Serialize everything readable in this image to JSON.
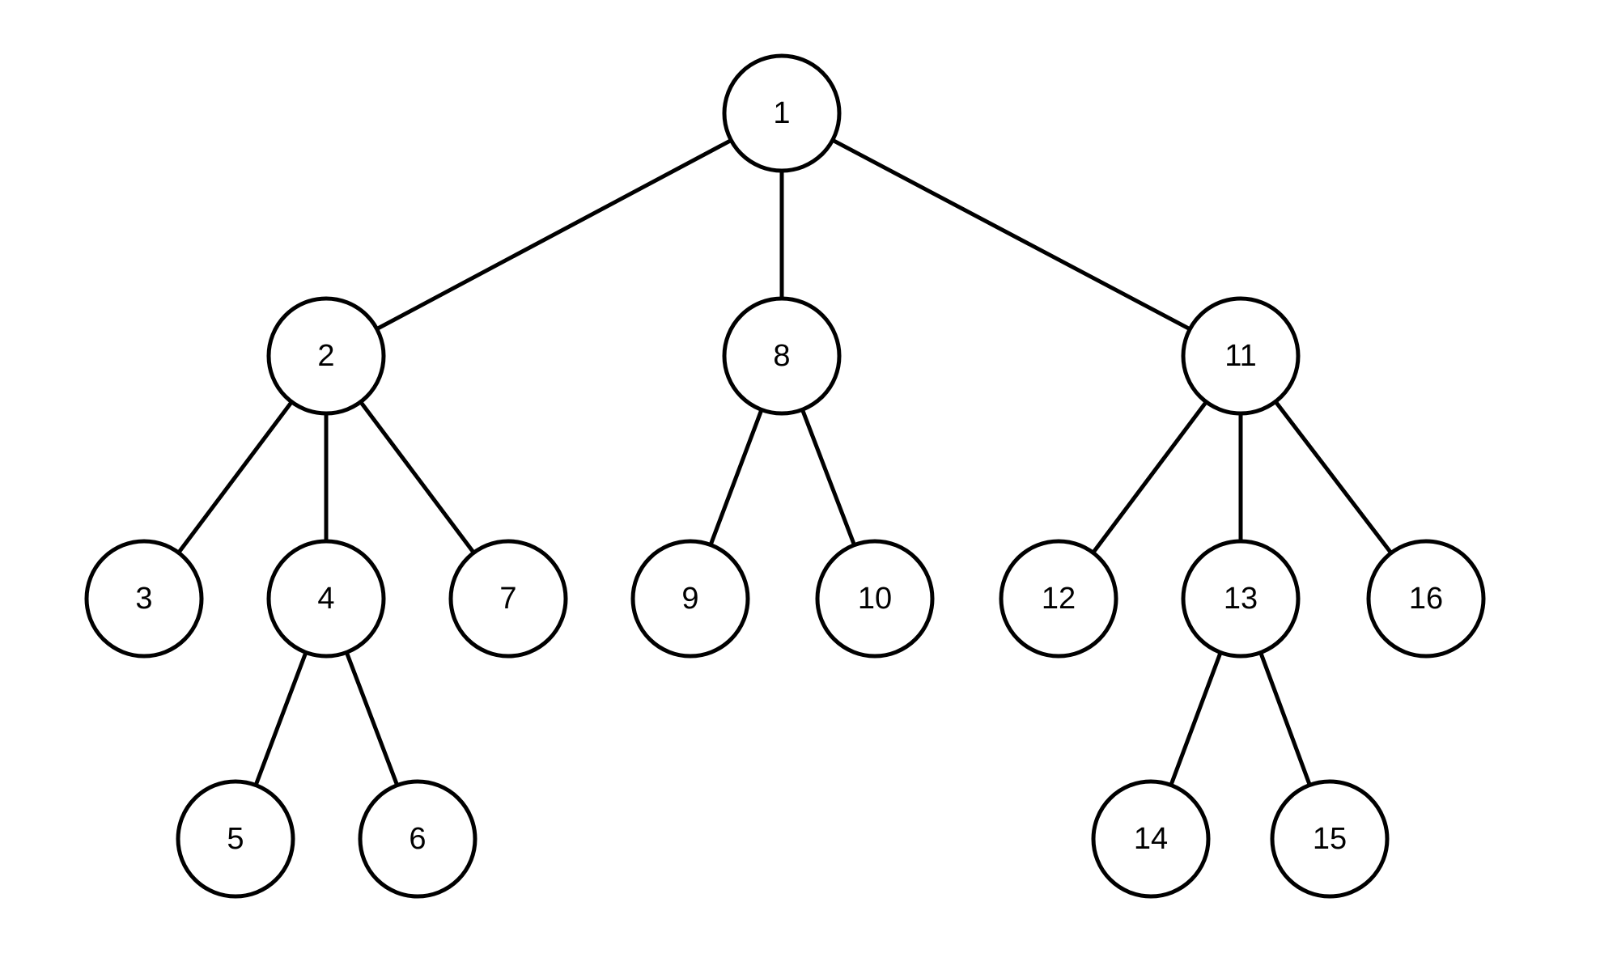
{
  "tree": {
    "nodes": [
      {
        "id": "1",
        "label": "1"
      },
      {
        "id": "2",
        "label": "2"
      },
      {
        "id": "3",
        "label": "3"
      },
      {
        "id": "4",
        "label": "4"
      },
      {
        "id": "5",
        "label": "5"
      },
      {
        "id": "6",
        "label": "6"
      },
      {
        "id": "7",
        "label": "7"
      },
      {
        "id": "8",
        "label": "8"
      },
      {
        "id": "9",
        "label": "9"
      },
      {
        "id": "10",
        "label": "10"
      },
      {
        "id": "11",
        "label": "11"
      },
      {
        "id": "12",
        "label": "12"
      },
      {
        "id": "13",
        "label": "13"
      },
      {
        "id": "14",
        "label": "14"
      },
      {
        "id": "15",
        "label": "15"
      },
      {
        "id": "16",
        "label": "16"
      }
    ],
    "edges": [
      [
        "1",
        "2"
      ],
      [
        "1",
        "8"
      ],
      [
        "1",
        "11"
      ],
      [
        "2",
        "3"
      ],
      [
        "2",
        "4"
      ],
      [
        "2",
        "7"
      ],
      [
        "4",
        "5"
      ],
      [
        "4",
        "6"
      ],
      [
        "8",
        "9"
      ],
      [
        "8",
        "10"
      ],
      [
        "11",
        "12"
      ],
      [
        "11",
        "13"
      ],
      [
        "11",
        "16"
      ],
      [
        "13",
        "14"
      ],
      [
        "13",
        "15"
      ]
    ],
    "colors": {
      "stroke": "#000000",
      "fill": "#ffffff",
      "background": "#ffffff"
    }
  }
}
